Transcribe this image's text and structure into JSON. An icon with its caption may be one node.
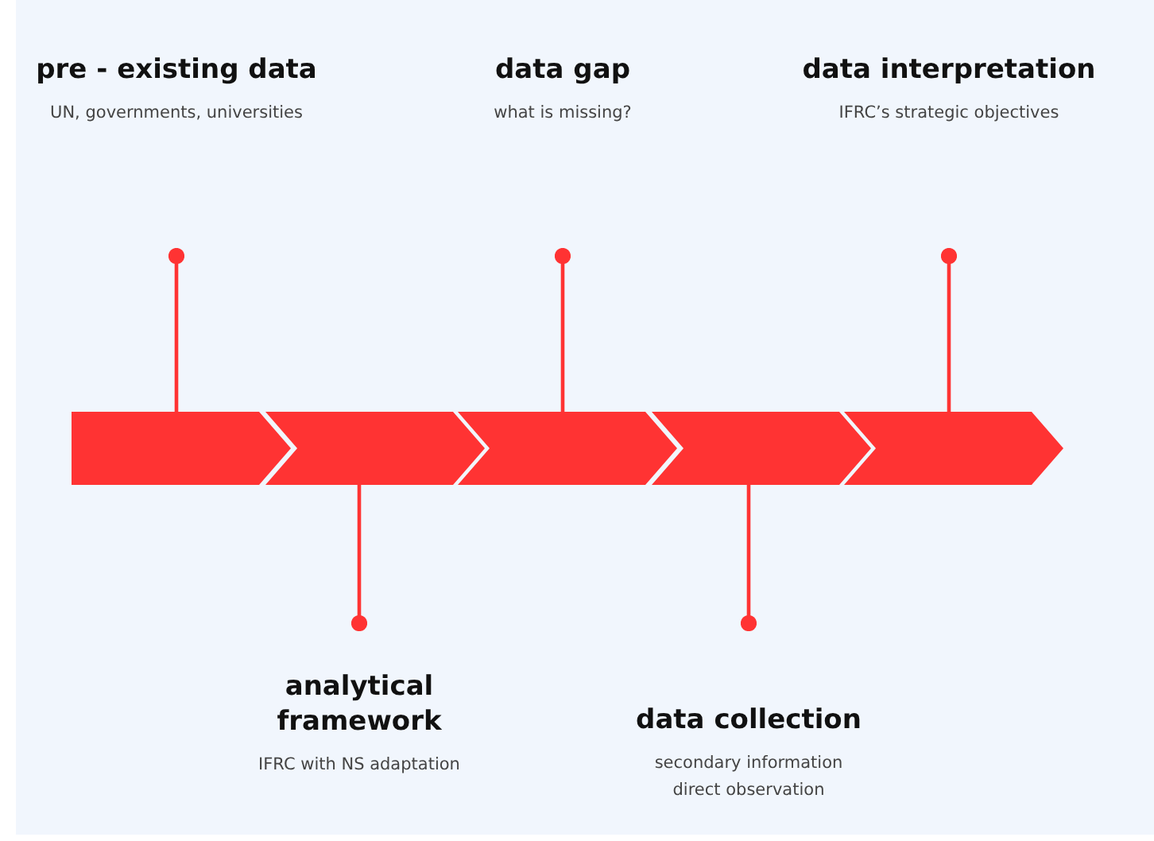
{
  "diagram": {
    "nodes": [
      {
        "text": [],
        "shape": "chevron"
      },
      {
        "text": [],
        "shape": "chevron"
      },
      {
        "text": [],
        "shape": "chevron"
      },
      {
        "text": [],
        "shape": "chevron"
      },
      {
        "text": [],
        "shape": "chevron"
      },
      {
        "text": [
          "pre - existing data",
          "UN, governments, universities"
        ]
      },
      {
        "text": [
          "data gap",
          "what is missing?"
        ]
      },
      {
        "text": [
          "data interpretation",
          "IFRC’s strategic objectives"
        ]
      },
      {
        "text": [
          "analytical framework",
          "IFRC with NS adaptation"
        ]
      },
      {
        "text": [
          "data collection",
          "secondary information direct observation"
        ]
      }
    ],
    "edges": [
      {
        "from": 5,
        "to": 0,
        "arrow": "other"
      },
      {
        "from": 6,
        "to": 2,
        "arrow": "other"
      },
      {
        "from": 7,
        "to": 4,
        "arrow": "other"
      },
      {
        "from": 8,
        "to": 1,
        "arrow": "other"
      },
      {
        "from": 9,
        "to": 3,
        "arrow": "other"
      }
    ]
  }
}
